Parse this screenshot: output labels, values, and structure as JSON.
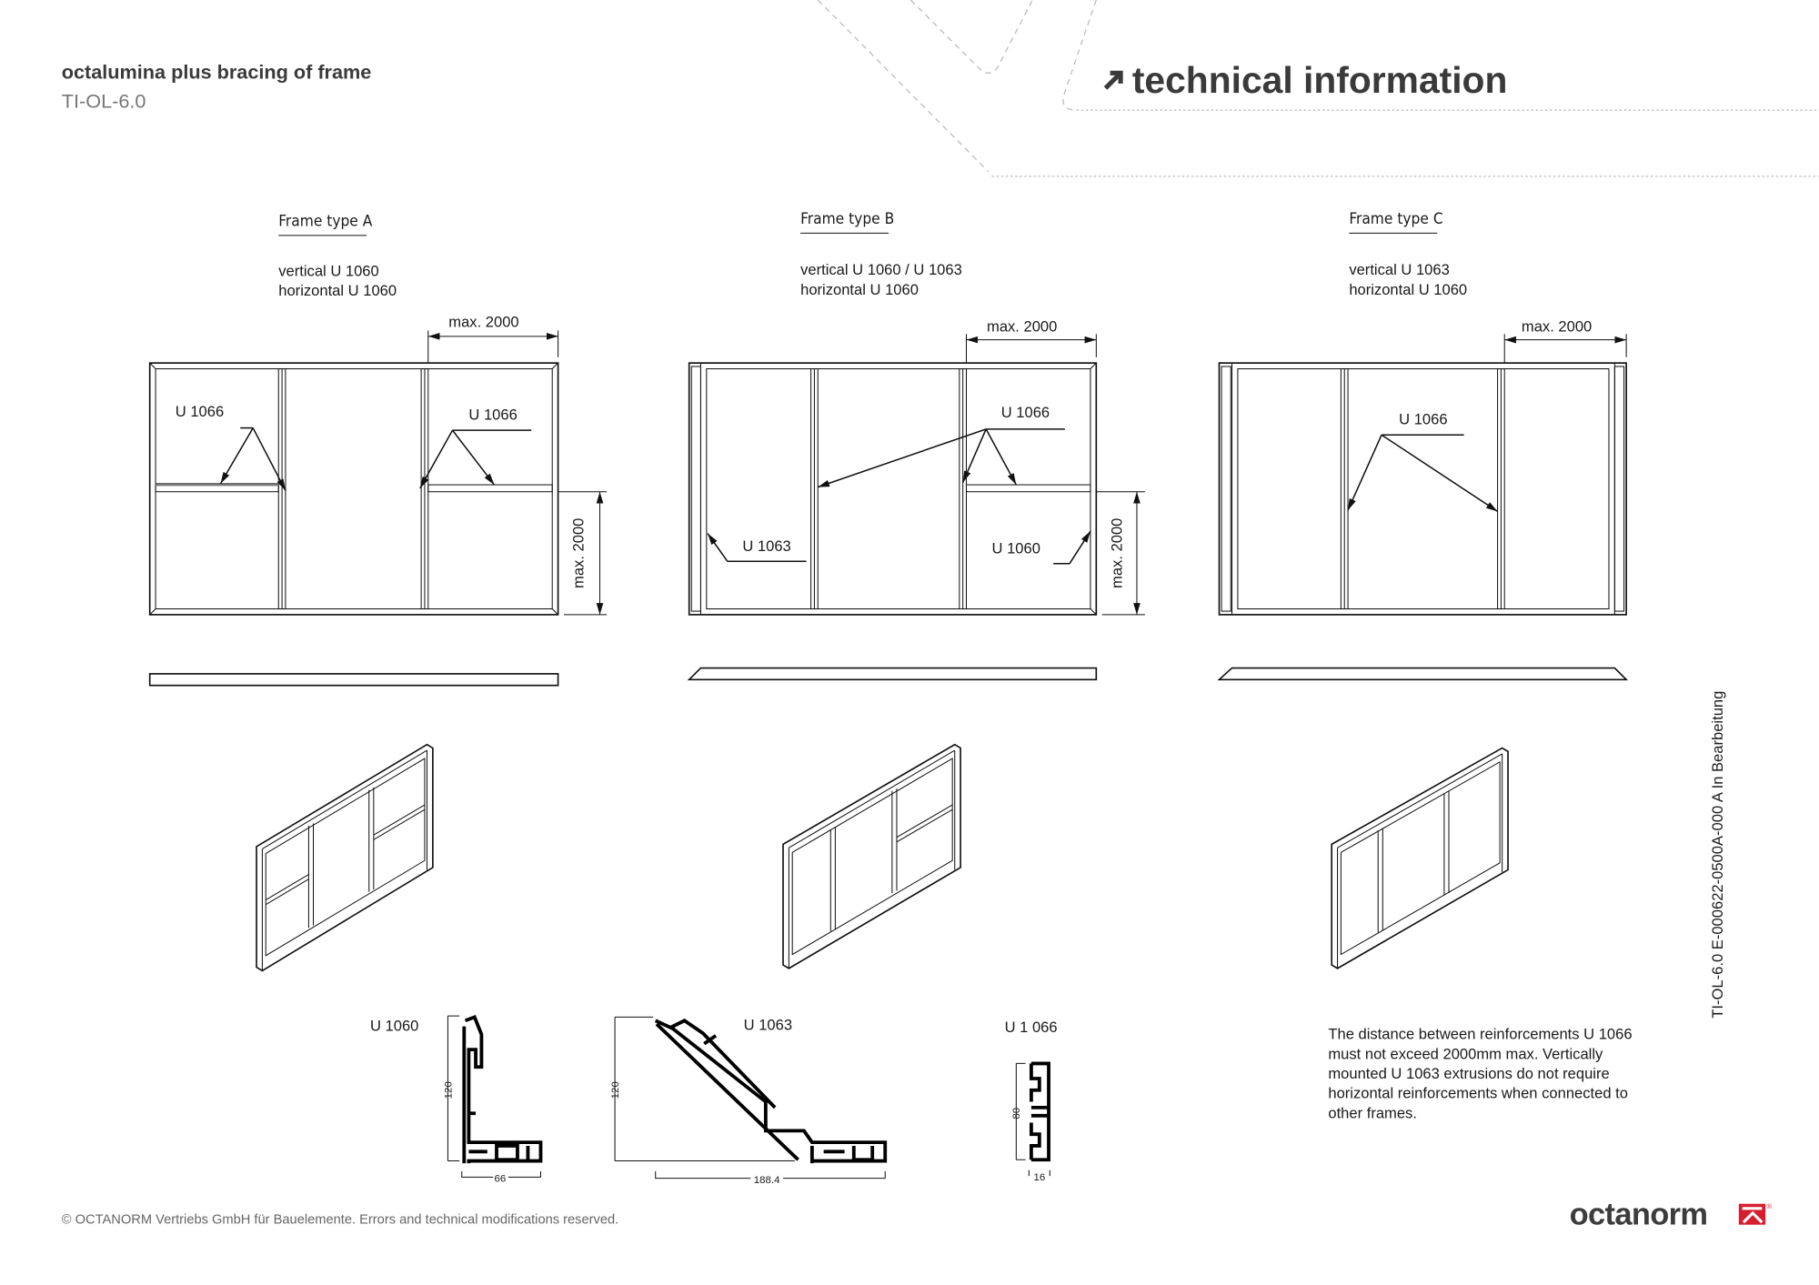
{
  "header": {
    "title": "octalumina plus bracing of frame",
    "doc_code": "TI-OL-6.0",
    "section_icon": "arrow-up-right-icon",
    "section_title": "technical information"
  },
  "frames": [
    {
      "title": "Frame type A",
      "vertical": "vertical U 1060",
      "horizontal": "horizontal U 1060",
      "dim_width": "max. 2000",
      "dim_height": "max. 2000",
      "callouts": [
        "U 1066",
        "U 1066"
      ]
    },
    {
      "title": "Frame type B",
      "vertical": "vertical U 1060 / U 1063",
      "horizontal": "horizontal U 1060",
      "dim_width": "max. 2000",
      "dim_height": "max. 2000",
      "callouts": [
        "U 1066",
        "U 1063",
        "U 1060"
      ]
    },
    {
      "title": "Frame type C",
      "vertical": "vertical U 1063",
      "horizontal": "horizontal U 1060",
      "dim_width": "max. 2000",
      "callouts": [
        "U 1066"
      ]
    }
  ],
  "profiles": [
    {
      "name": "U 1060",
      "height": "120",
      "width": "66"
    },
    {
      "name": "U 1063",
      "height": "120",
      "width": "188.4"
    },
    {
      "name": "U 1 066",
      "height": "80",
      "width": "16"
    }
  ],
  "note": [
    "The distance between reinforcements U 1066",
    "must not exceed 2000mm max. Vertically",
    "mounted U 1063 extrusions do not require",
    "horizontal reinforcements when connected to",
    "other frames."
  ],
  "side_reference": "TI-OL-6.0  E-000622-0500A-000 A In Bearbeitung",
  "footer": {
    "copyright": "© OCTANORM Vertriebs GmbH für Bauelemente. Errors and technical modifications reserved.",
    "logo_text": "octanorm",
    "logo_mark": "®",
    "brand_color": "#d6202f"
  }
}
